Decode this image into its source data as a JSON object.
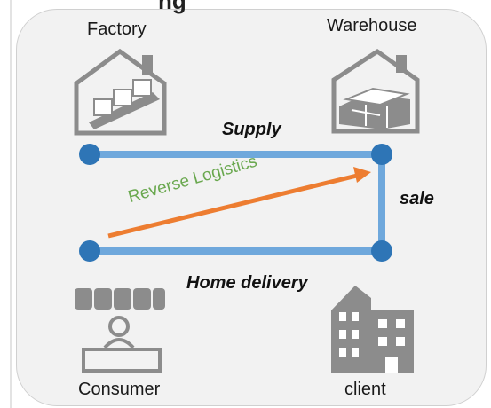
{
  "heading_partial": "ng",
  "nodes": {
    "factory": {
      "label": "Factory",
      "icon": "factory-icon"
    },
    "warehouse": {
      "label": "Warehouse",
      "icon": "warehouse-icon"
    },
    "consumer": {
      "label": "Consumer",
      "icon": "consumer-store-icon"
    },
    "client": {
      "label": "client",
      "icon": "apartment-building-icon"
    }
  },
  "edges": {
    "supply": {
      "label": "Supply"
    },
    "sale": {
      "label": "sale"
    },
    "home_delivery": {
      "label": "Home delivery"
    },
    "reverse_logistics": {
      "label": "Reverse Logistics"
    }
  },
  "colors": {
    "panel_background": "#f2f2f2",
    "edge_blue": "#6fa8dc",
    "node_blue": "#2e75b6",
    "reverse_orange": "#ed7d31",
    "reverse_label_green": "#6aa84f",
    "icon_gray": "#8c8c8c"
  }
}
